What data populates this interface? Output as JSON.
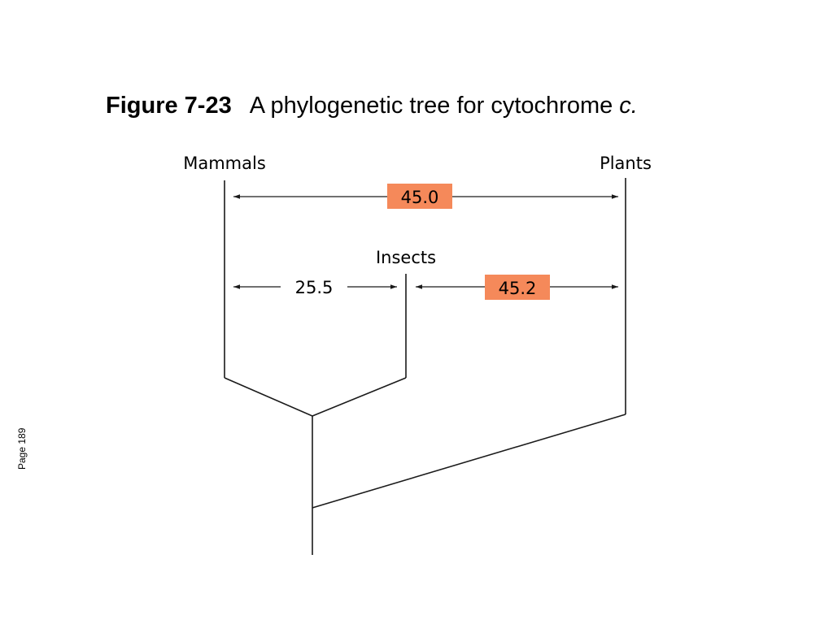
{
  "title": {
    "figure_label": "Figure 7-23",
    "caption": "A phylogenetic tree for cytochrome",
    "caption_italic": "c."
  },
  "page_label": "Page 189",
  "taxa": {
    "mammals": "Mammals",
    "plants": "Plants",
    "insects": "Insects"
  },
  "distances": {
    "mammals_plants": "45.0",
    "mammals_insects": "25.5",
    "insects_plants": "45.2"
  },
  "colors": {
    "highlight": "#f5895a",
    "line": "#1a1a1a"
  }
}
